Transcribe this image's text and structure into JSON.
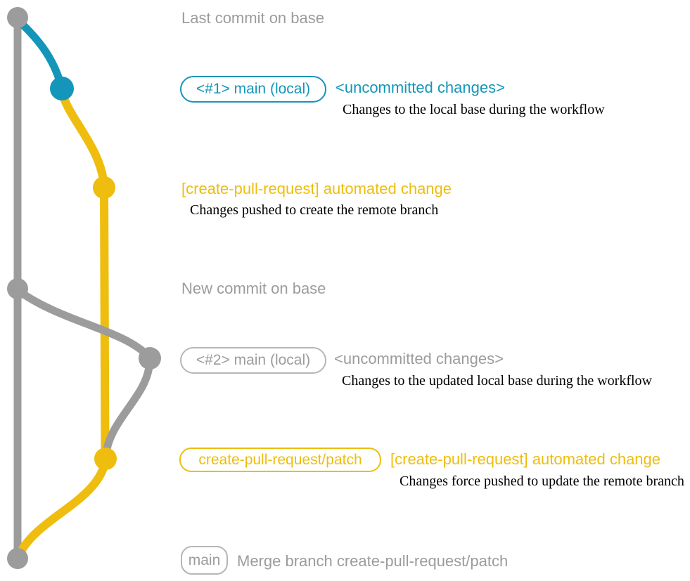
{
  "colors": {
    "gray": "#9c9c9c",
    "gray_border": "#b6b6b6",
    "teal": "#1396ba",
    "yellow": "#eebd0e",
    "note_text": "#000000"
  },
  "sections": {
    "last_commit": {
      "title": "Last commit on base"
    },
    "main_local_1": {
      "badge": "<#1> main (local)",
      "heading": "<uncommitted changes>",
      "note": "Changes to the local base during the workflow"
    },
    "automated_1": {
      "heading": "[create-pull-request] automated change",
      "note": "Changes pushed to create the remote branch"
    },
    "new_commit": {
      "title": "New commit on base"
    },
    "main_local_2": {
      "badge": "<#2> main (local)",
      "heading": "<uncommitted changes>",
      "note": "Changes to the updated local base during the workflow"
    },
    "automated_2": {
      "badge": "create-pull-request/patch",
      "heading": "[create-pull-request] automated change",
      "note": "Changes force pushed to update the remote branch"
    },
    "merge": {
      "badge": "main",
      "text": "Merge branch create-pull-request/patch"
    }
  }
}
